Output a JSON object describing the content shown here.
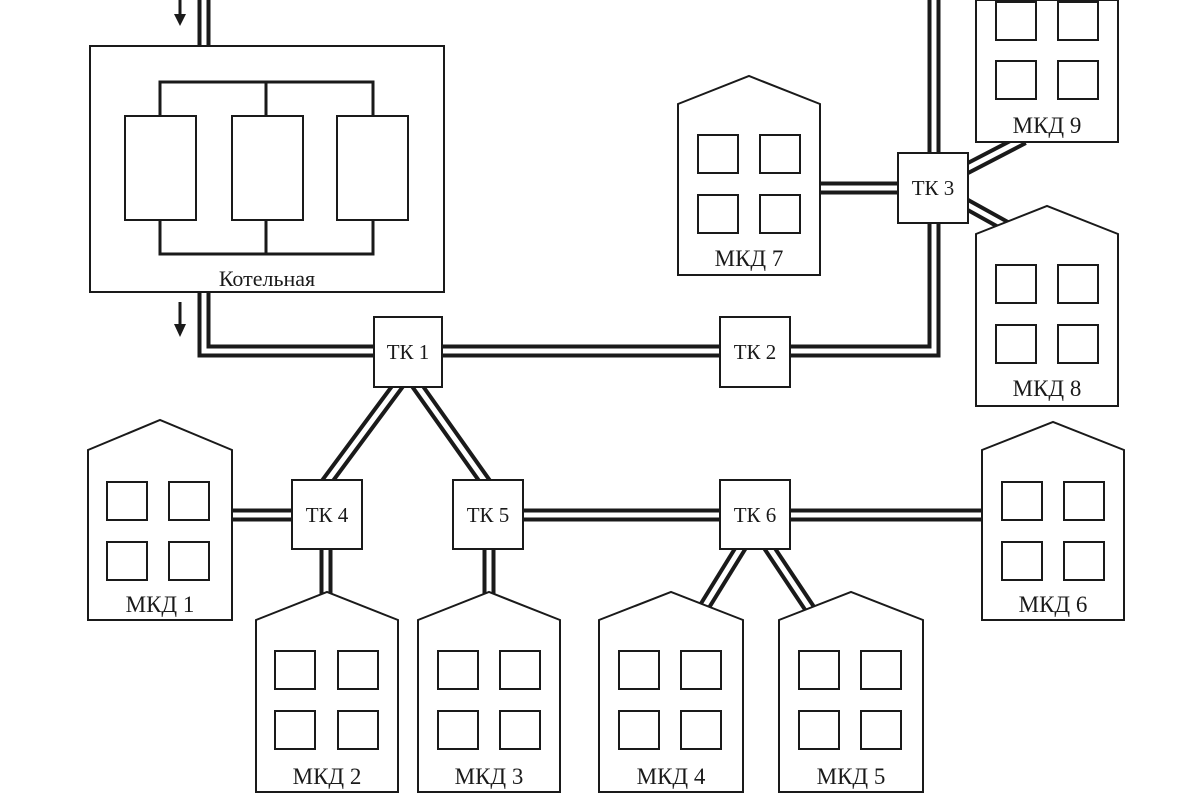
{
  "boiler": {
    "label": "Котельная"
  },
  "chambers": [
    {
      "id": "tk1",
      "label": "ТК 1"
    },
    {
      "id": "tk2",
      "label": "ТК 2"
    },
    {
      "id": "tk3",
      "label": "ТК 3"
    },
    {
      "id": "tk4",
      "label": "ТК 4"
    },
    {
      "id": "tk5",
      "label": "ТК 5"
    },
    {
      "id": "tk6",
      "label": "ТК 6"
    }
  ],
  "buildings": [
    {
      "id": "mkd1",
      "label": "МКД 1"
    },
    {
      "id": "mkd2",
      "label": "МКД 2"
    },
    {
      "id": "mkd3",
      "label": "МКД 3"
    },
    {
      "id": "mkd4",
      "label": "МКД 4"
    },
    {
      "id": "mkd5",
      "label": "МКД 5"
    },
    {
      "id": "mkd6",
      "label": "МКД 6"
    },
    {
      "id": "mkd7",
      "label": "МКД 7"
    },
    {
      "id": "mkd8",
      "label": "МКД 8"
    },
    {
      "id": "mkd9",
      "label": "МКД 9"
    }
  ],
  "colors": {
    "line": "#1a1a1a",
    "background": "#ffffff"
  }
}
